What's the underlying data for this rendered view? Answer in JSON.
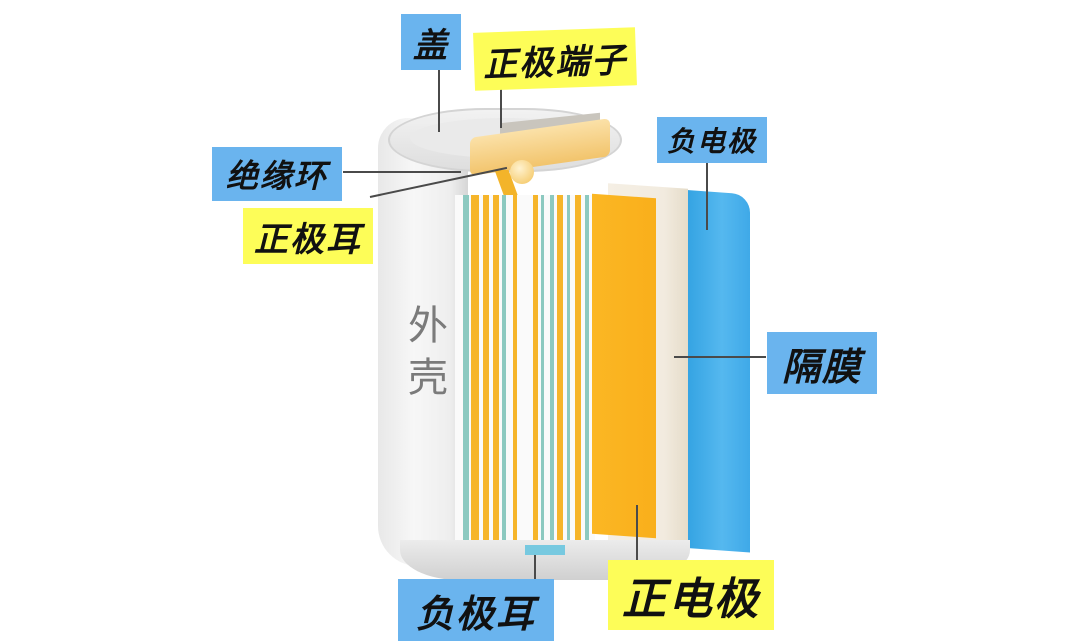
{
  "diagram": {
    "subject": "cylindrical lithium battery cross-section",
    "labels": {
      "cap": "盖",
      "positive_terminal": "正极端子",
      "insulating_ring": "绝缘环",
      "positive_tab": "正极耳",
      "negative_electrode": "负电极",
      "separator": "隔膜",
      "negative_tab": "负极耳",
      "positive_electrode": "正电极",
      "shell": "外壳"
    },
    "label_colors": {
      "blue_label_bg": "#6ab4ee",
      "yellow_label_bg": "#fdfd58",
      "positive_electrode_color": "#fbb724",
      "negative_electrode_color": "#3fa9e8",
      "separator_color": "#f5efe4",
      "shell_color": "#eeeeee"
    }
  }
}
